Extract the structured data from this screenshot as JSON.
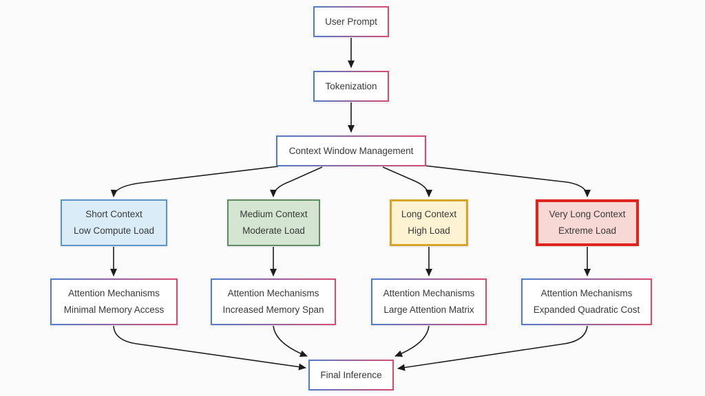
{
  "diagram": {
    "type": "flowchart",
    "direction": "top-down",
    "background": "#fbfbfb",
    "edge_color": "#1c1c1c",
    "white_node_border_gradient": [
      "#4f7ccb",
      "#da4a6e"
    ],
    "nodes": {
      "user_prompt": {
        "label": "User Prompt"
      },
      "tokenization": {
        "label": "Tokenization"
      },
      "context_window_management": {
        "label": "Context Window Management"
      },
      "short_context": {
        "line1": "Short Context",
        "line2": "Low Compute Load",
        "fill": "#daecf8",
        "border": "#5c95c5"
      },
      "medium_context": {
        "line1": "Medium Context",
        "line2": "Moderate Load",
        "fill": "#d4e5d1",
        "border": "#5d8a60"
      },
      "long_context": {
        "line1": "Long Context",
        "line2": "High Load",
        "fill": "#fdf2d2",
        "border": "#d8a428"
      },
      "very_long_context": {
        "line1": "Very Long Context",
        "line2": "Extreme Load",
        "fill": "#f8d8d5",
        "border": "#e0241b"
      },
      "attention_short": {
        "line1": "Attention Mechanisms",
        "line2": "Minimal Memory Access"
      },
      "attention_medium": {
        "line1": "Attention Mechanisms",
        "line2": "Increased Memory Span"
      },
      "attention_long": {
        "line1": "Attention Mechanisms",
        "line2": "Large Attention Matrix"
      },
      "attention_very_long": {
        "line1": "Attention Mechanisms",
        "line2": "Expanded Quadratic Cost"
      },
      "final_inference": {
        "label": "Final Inference"
      }
    },
    "edges": [
      {
        "from": "user_prompt",
        "to": "tokenization"
      },
      {
        "from": "tokenization",
        "to": "context_window_management"
      },
      {
        "from": "context_window_management",
        "to": "short_context"
      },
      {
        "from": "context_window_management",
        "to": "medium_context"
      },
      {
        "from": "context_window_management",
        "to": "long_context"
      },
      {
        "from": "context_window_management",
        "to": "very_long_context"
      },
      {
        "from": "short_context",
        "to": "attention_short"
      },
      {
        "from": "medium_context",
        "to": "attention_medium"
      },
      {
        "from": "long_context",
        "to": "attention_long"
      },
      {
        "from": "very_long_context",
        "to": "attention_very_long"
      },
      {
        "from": "attention_short",
        "to": "final_inference"
      },
      {
        "from": "attention_medium",
        "to": "final_inference"
      },
      {
        "from": "attention_long",
        "to": "final_inference"
      },
      {
        "from": "attention_very_long",
        "to": "final_inference"
      }
    ]
  }
}
